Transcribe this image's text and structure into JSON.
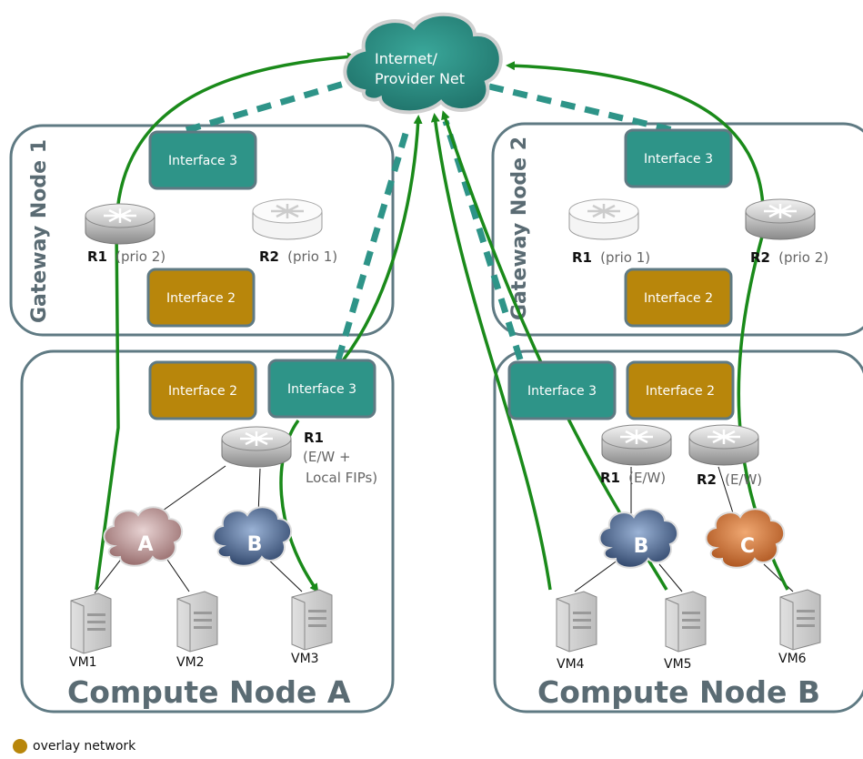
{
  "internet": {
    "line1": "Internet/",
    "line2": "Provider Net"
  },
  "gateway1": {
    "title": "Gateway Node 1",
    "iface3": "Interface 3",
    "iface2": "Interface 2",
    "r1_name": "R1",
    "r1_prio": "(prio 2)",
    "r2_name": "R2",
    "r2_prio": "(prio 1)"
  },
  "gateway2": {
    "title": "Gateway Node 2",
    "iface3": "Interface 3",
    "iface2": "Interface 2",
    "r1_name": "R1",
    "r1_prio": "(prio 1)",
    "r2_name": "R2",
    "r2_prio": "(prio 2)"
  },
  "computeA": {
    "title": "Compute Node A",
    "iface2": "Interface 2",
    "iface3": "Interface 3",
    "r1_name": "R1",
    "r1_desc1": "(E/W +",
    "r1_desc2": "Local FIPs)",
    "net_a": "A",
    "net_b": "B",
    "vm1": "VM1",
    "vm2": "VM2",
    "vm3": "VM3"
  },
  "computeB": {
    "title": "Compute Node B",
    "iface3": "Interface 3",
    "iface2": "Interface 2",
    "r1_name": "R1",
    "r1_desc": "(E/W)",
    "r2_name": "R2",
    "r2_desc": "(E/W)",
    "net_b": "B",
    "net_c": "C",
    "vm4": "VM4",
    "vm5": "VM5",
    "vm6": "VM6"
  },
  "legend": {
    "overlay": "overlay network"
  },
  "colors": {
    "teal": "#2e9488",
    "gold": "#b8860b",
    "green": "#1a8a1a",
    "border": "#5f7a83"
  }
}
